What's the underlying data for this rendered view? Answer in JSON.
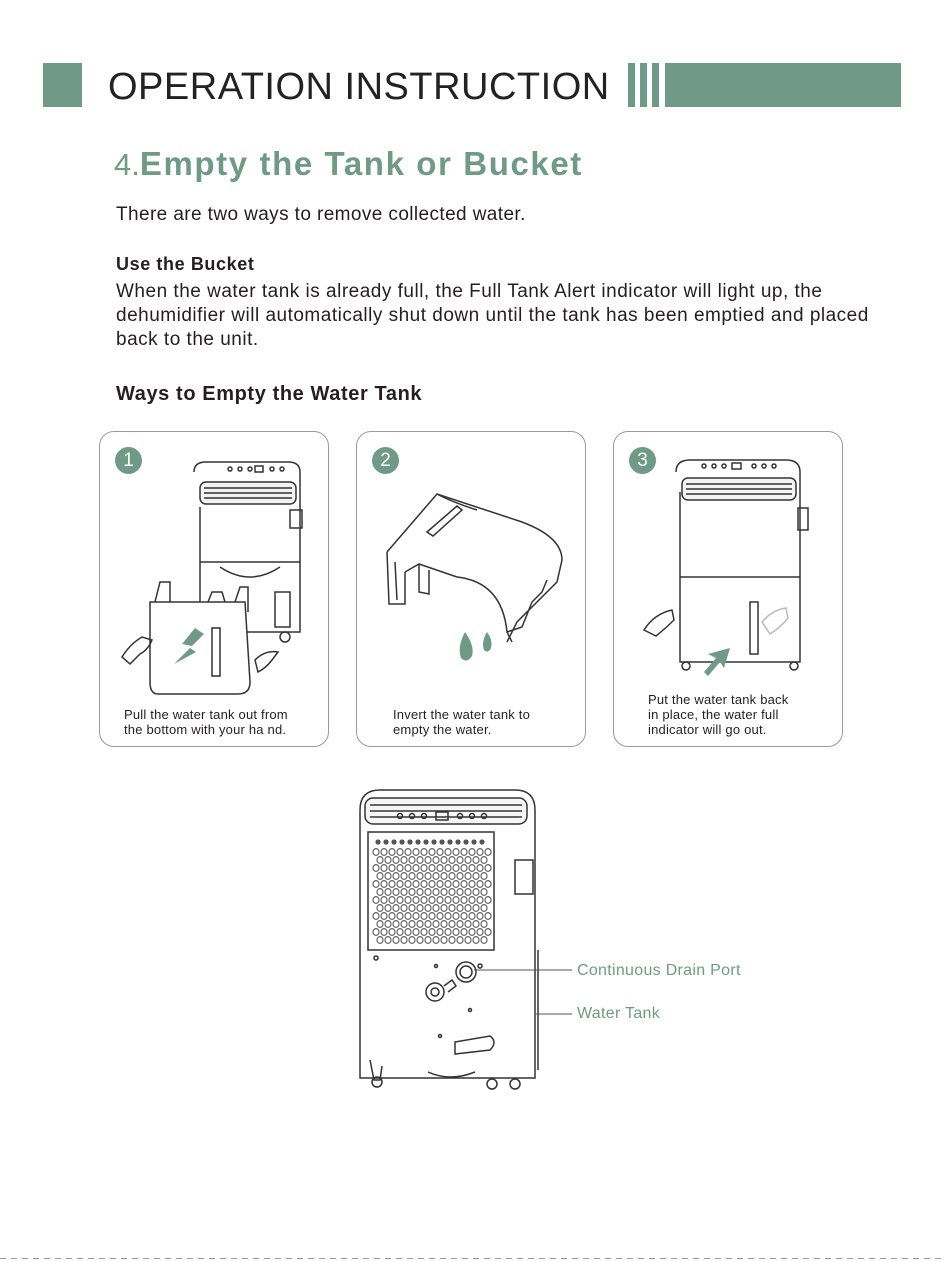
{
  "header": {
    "title": "OPERATION  INSTRUCTION"
  },
  "section": {
    "number": "4.",
    "title": "Empty the Tank or Bucket",
    "intro": "There are two ways to remove collected water."
  },
  "use_bucket": {
    "heading": "Use the Bucket",
    "text": "When the water tank is already full, the Full Tank Alert indicator will light up, the dehumidifier will automatically shut down until the tank has been emptied and placed back to the unit."
  },
  "ways": {
    "heading": "Ways to Empty the Water Tank",
    "steps": [
      {
        "number": "1",
        "caption": "Pull the water tank out from\nthe bottom with your ha  nd."
      },
      {
        "number": "2",
        "caption": "Invert the water tank to\nempty the water."
      },
      {
        "number": "3",
        "caption": "Put the water tank back\nin place, the water full\nindicator will go out."
      }
    ]
  },
  "diagram": {
    "labels": {
      "drain_port": "Continuous Drain Port",
      "water_tank": "Water Tank"
    }
  },
  "colors": {
    "accent": "#6f9a88",
    "text": "#231f20",
    "line": "#333333"
  }
}
